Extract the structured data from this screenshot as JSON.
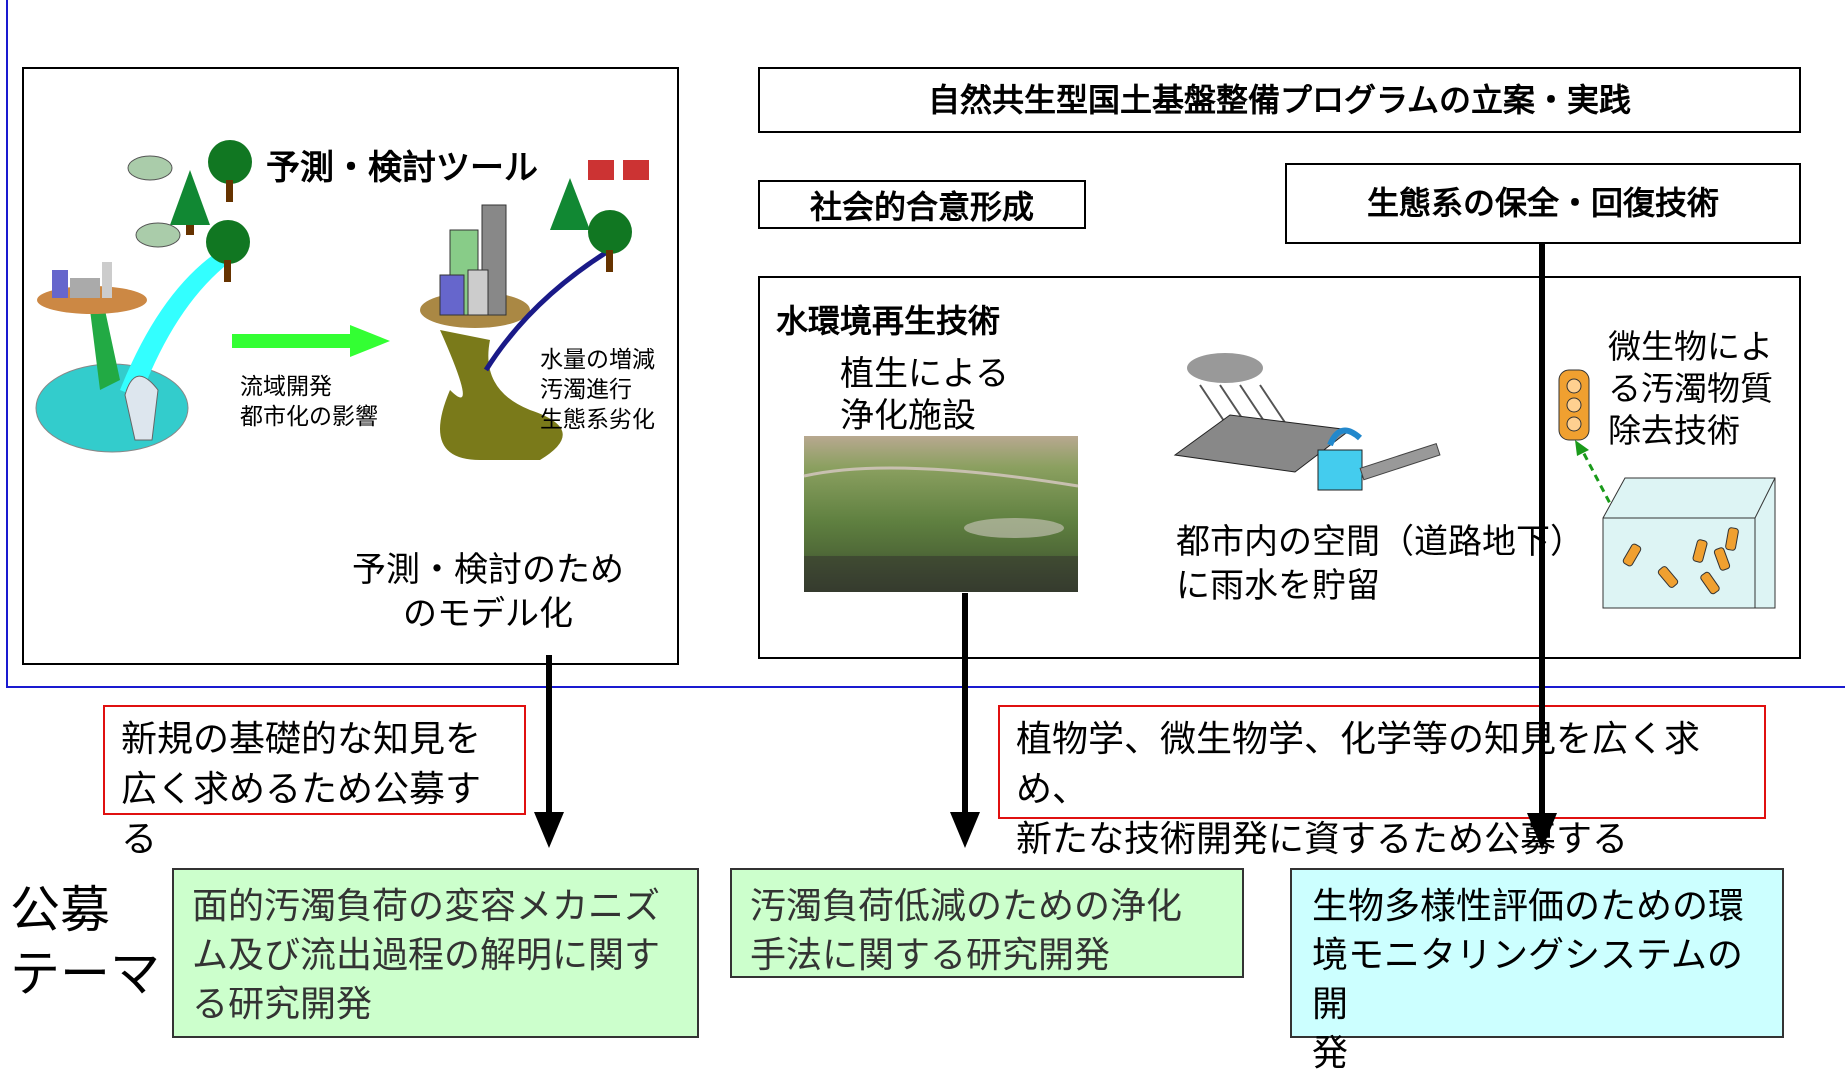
{
  "left_panel": {
    "tool_title": "予測・検討ツール",
    "arrow_caption": [
      "流域開発",
      "都市化の影響"
    ],
    "impact_caption": [
      "水量の増減",
      "汚濁進行",
      "生態系劣化"
    ],
    "model_caption": [
      "予測・検討のため",
      "のモデル化"
    ]
  },
  "right_panel": {
    "program_title": "自然共生型国土基盤整備プログラムの立案・実践",
    "consensus_label": "社会的合意形成",
    "ecosystem_label": "生態系の保全・回復技術",
    "water_env_title": "水環境再生技術",
    "vegetation_caption": [
      "植生による",
      "浄化施設"
    ],
    "storage_caption": [
      "都市内の空間（道路地下）",
      "に雨水を貯留"
    ],
    "microbe_caption": [
      "微生物によ",
      "る汚濁物質",
      "除去技術"
    ]
  },
  "notes": {
    "left_note": [
      "新規の基礎的な知見を",
      "広く求めるため公募する"
    ],
    "right_note": [
      "植物学、微生物学、化学等の知見を広く求め、",
      "新たな技術開発に資するため公募する"
    ]
  },
  "themes": {
    "label": [
      "公募",
      "テーマ"
    ],
    "theme1": [
      "面的汚濁負荷の変容メカニズ",
      "ム及び流出過程の解明に関す",
      "る研究開発"
    ],
    "theme2": [
      "汚濁負荷低減のための浄化",
      "手法に関する研究開発"
    ],
    "theme3": [
      "生物多様性評価のための環",
      "境モニタリングシステムの開",
      "発"
    ]
  },
  "colors": {
    "frame_blue": "#1a1ad0",
    "note_red": "#e01010",
    "theme_green": "#ccffcc",
    "theme_cyan": "#ccffff",
    "flow_arrow": "#33ff33"
  }
}
